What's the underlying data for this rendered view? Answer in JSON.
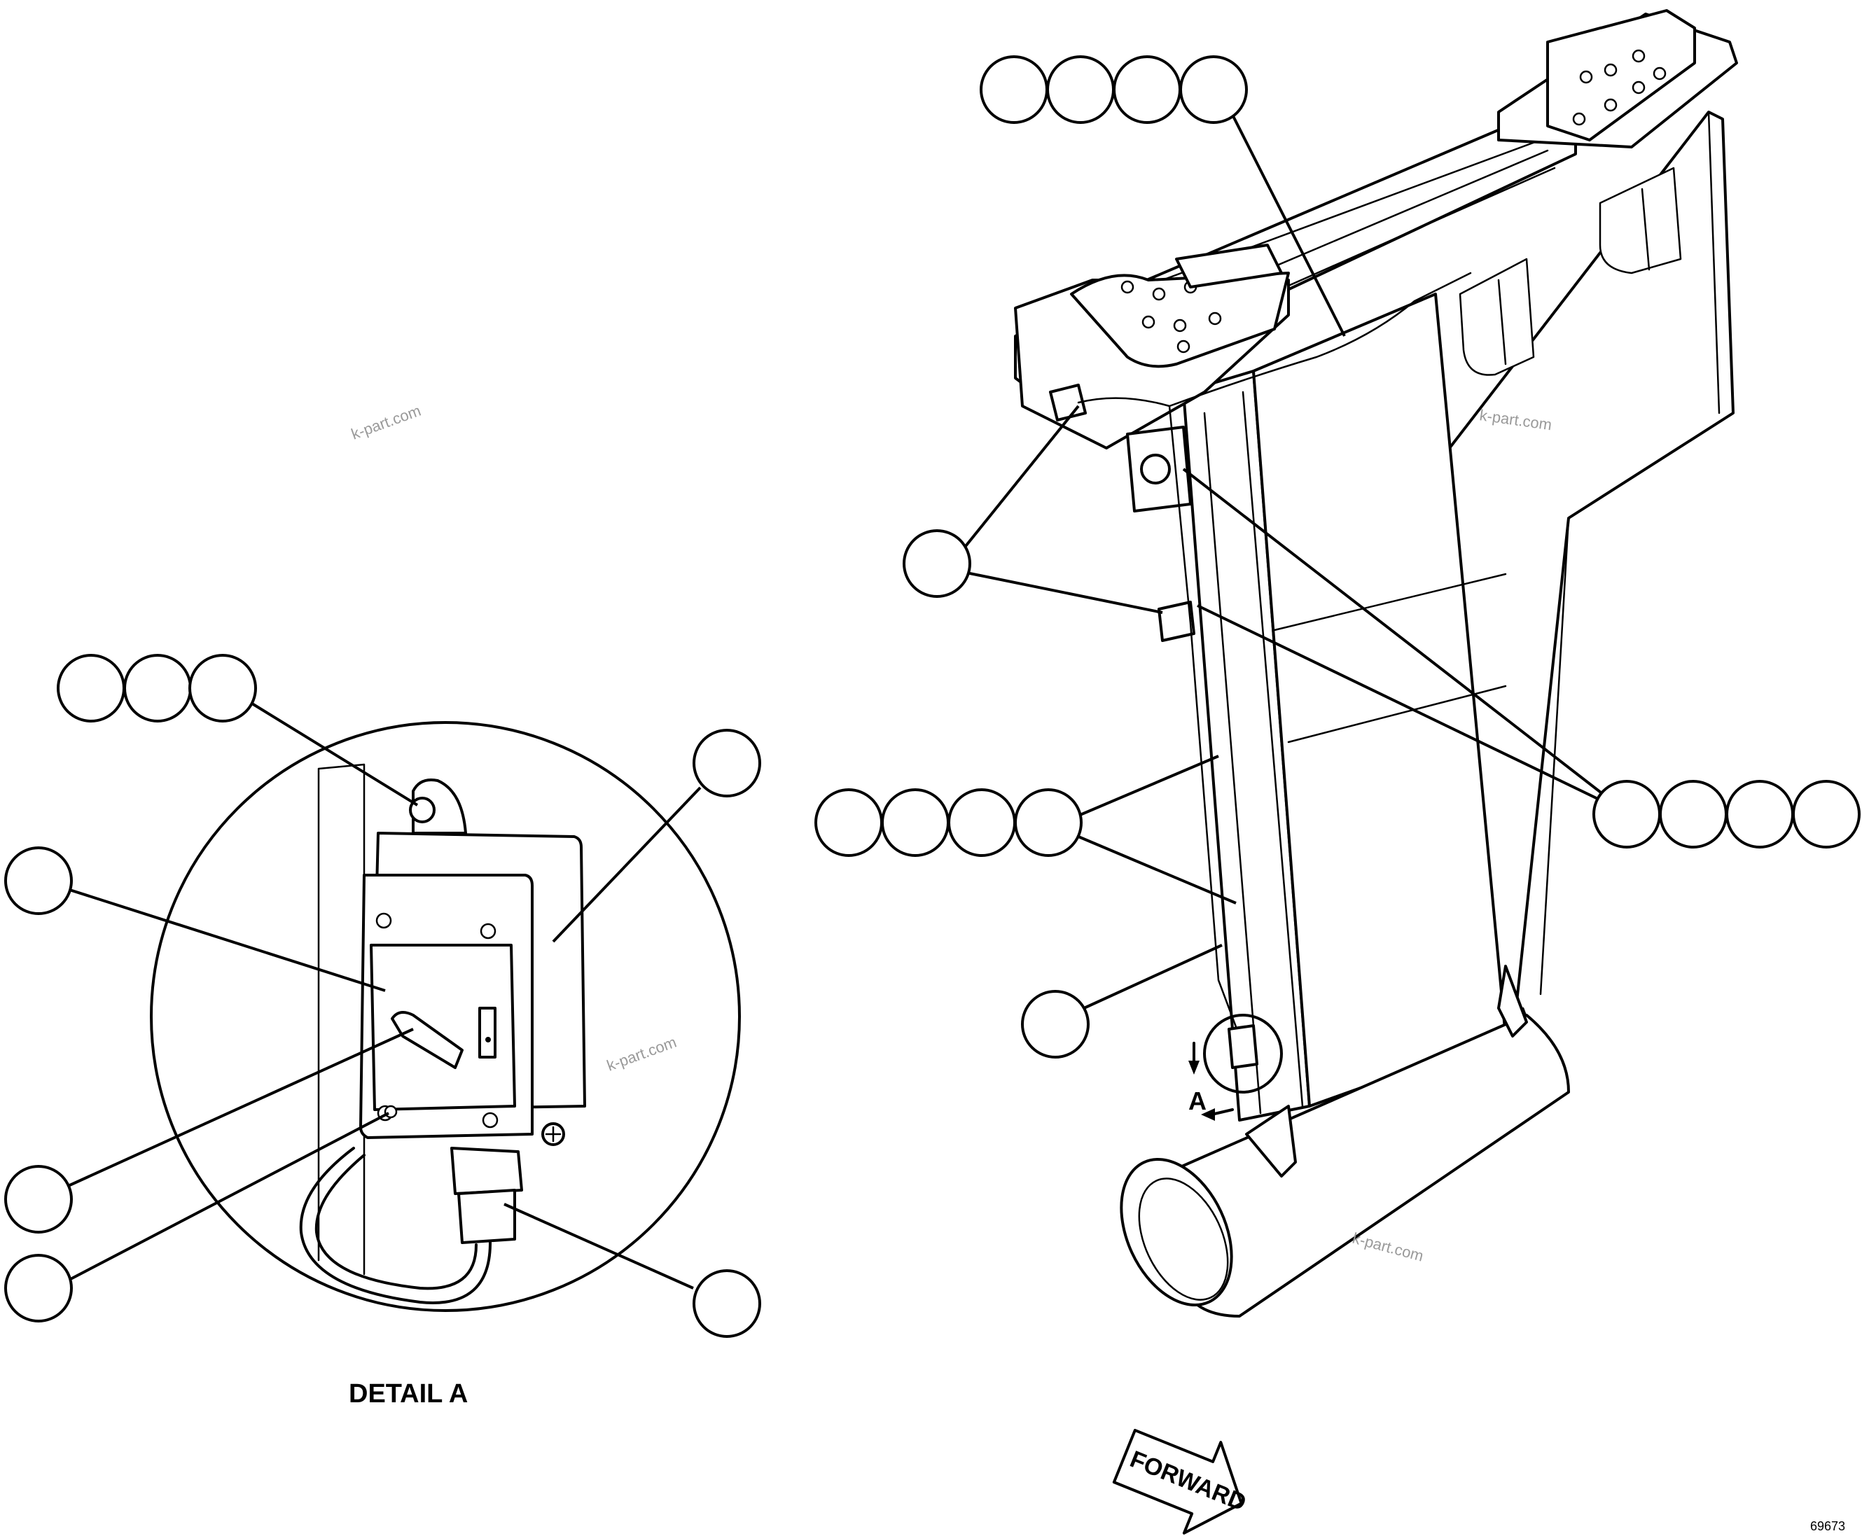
{
  "detail_label": "DETAIL A",
  "view_marker": "A",
  "direction_arrow": "FORWARD",
  "drawing_number": "69673",
  "watermark": "k-part.com",
  "callout_groups": [
    {
      "id": "top-cluster",
      "count": 4
    },
    {
      "id": "left-mid",
      "count": 1
    },
    {
      "id": "mid-cluster",
      "count": 4
    },
    {
      "id": "lower-mid",
      "count": 1
    },
    {
      "id": "right-cluster",
      "count": 4
    },
    {
      "id": "detail-top-cluster",
      "count": 3
    },
    {
      "id": "detail-right-top",
      "count": 1
    },
    {
      "id": "detail-left-top",
      "count": 1
    },
    {
      "id": "detail-left-mid",
      "count": 1
    },
    {
      "id": "detail-left-low",
      "count": 1
    },
    {
      "id": "detail-right-low",
      "count": 1
    }
  ]
}
